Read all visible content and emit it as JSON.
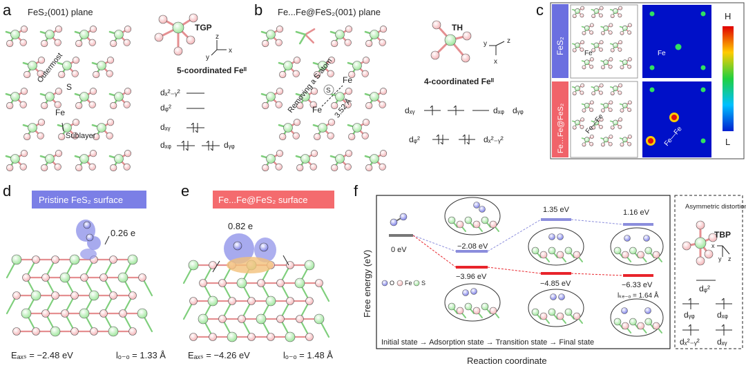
{
  "panels": [
    "a",
    "b",
    "c",
    "d",
    "e",
    "f"
  ],
  "a": {
    "title": "FeS₂(001) plane",
    "geometry": "TGP",
    "coordination": "5-coordinated Feᴵᴵ",
    "outermost": "Outermost",
    "s_label": "S",
    "fe_label": "Fe",
    "sublayer": "Sublayer",
    "orbitals": {
      "x2y2": "dₓ²₋ᵧ²",
      "z2": "dᵩ²",
      "xy": "dₓᵧ",
      "xz": "dₓᵩ",
      "yz": "dᵧᵩ"
    }
  },
  "b": {
    "title": "Fe...Fe@FeS₂(001) plane",
    "geometry": "TH",
    "coordination": "4-coordinated Feᴵᴵ",
    "removing": "Removing a S atom",
    "s_label": "S",
    "fe_label": "Fe",
    "distance": "3.52 Å",
    "orbitals": {
      "xy": "dₓᵧ",
      "xz": "dₓᵩ",
      "yz": "dᵧᵩ",
      "z2": "dᵩ²",
      "x2y2": "dₓ²₋ᵧ²"
    }
  },
  "c": {
    "row1_label": "FeS₂",
    "row2_label": "Fe…Fe@FeS₂",
    "fe": "Fe",
    "fefe": "Fe—Fe",
    "scale_high": "H",
    "scale_low": "L",
    "colors": {
      "row1": "#6b6fe0",
      "row2": "#f0636a"
    }
  },
  "d": {
    "badge": "Pristine FeS₂ surface",
    "charge": "0.26 e",
    "eads": "Eₐₓₛ = −2.48 eV",
    "loo": "lₒ₋ₒ = 1.33 Å",
    "badge_color": "#7b7fe6"
  },
  "e": {
    "badge": "Fe...Fe@FeS₂ surface",
    "charge": "0.82 e",
    "eads": "Eₐₓₛ = −4.26 eV",
    "loo": "lₒ₋ₒ = 1.48 Å",
    "badge_color": "#f46b6e"
  },
  "f": {
    "ylabel": "Free energy (eV)",
    "xlabel": "Reaction coordinate",
    "states": "Initial state → Adsorption state → Transition state → Final state",
    "legend": {
      "o": "O",
      "fe": "Fe",
      "s": "S"
    },
    "levels_blue": [
      "0 eV",
      "−2.08 eV",
      "1.35 eV",
      "1.16 eV"
    ],
    "levels_red": [
      "−3.96 eV",
      "−4.85 eV",
      "−6.33 eV"
    ],
    "lfeo": "lₖₑ₋ₒ = 1.64 Å",
    "side_title": "Asymmetric distortion",
    "side_geom": "TBP",
    "side_orbitals": {
      "z2": "dᵩ²",
      "yz": "dᵧᵩ",
      "xz": "dₓᵩ",
      "x2y2": "dₓ²₋ᵧ²",
      "xy": "dₓᵧ"
    },
    "colors": {
      "blue": "#8b8ddc",
      "red": "#e8242b",
      "gray": "#777777"
    }
  }
}
